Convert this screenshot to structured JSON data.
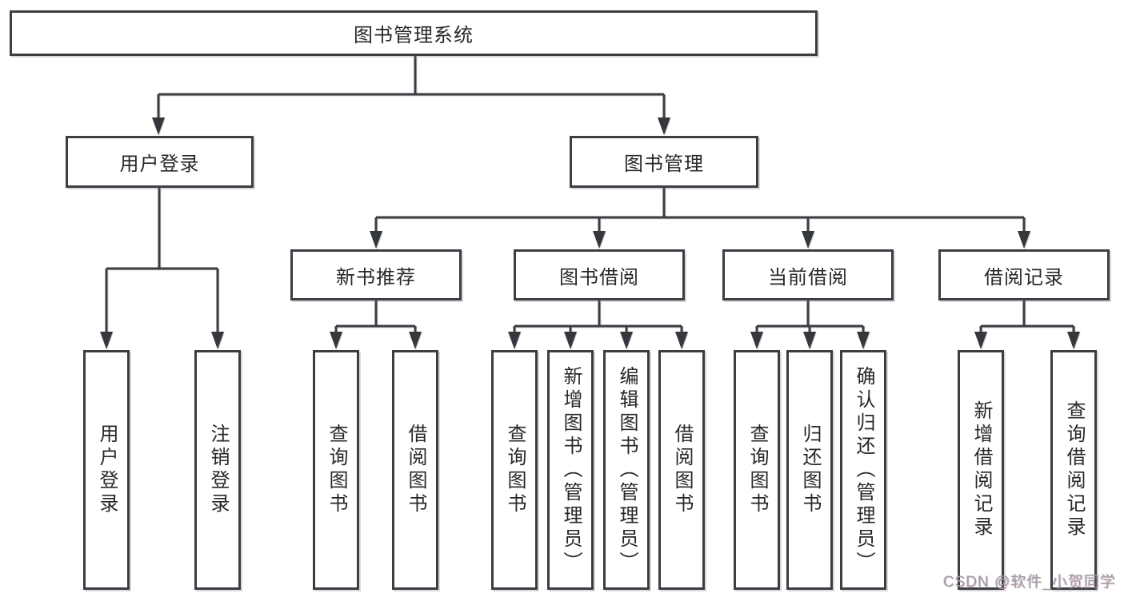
{
  "diagram_type": "hierarchy-tree",
  "tree": {
    "label": "图书管理系统",
    "children": [
      {
        "label": "用户登录",
        "children": [
          {
            "label": "用户登录"
          },
          {
            "label": "注销登录"
          }
        ]
      },
      {
        "label": "图书管理",
        "children": [
          {
            "label": "新书推荐",
            "children": [
              {
                "label": "查询图书"
              },
              {
                "label": "借阅图书"
              }
            ]
          },
          {
            "label": "图书借阅",
            "children": [
              {
                "label": "查询图书"
              },
              {
                "label": "新增图书（管理员）"
              },
              {
                "label": "编辑图书（管理员）"
              },
              {
                "label": "借阅图书"
              }
            ]
          },
          {
            "label": "当前借阅",
            "children": [
              {
                "label": "查询图书"
              },
              {
                "label": "归还图书"
              },
              {
                "label": "确认归还（管理员）"
              }
            ]
          },
          {
            "label": "借阅记录",
            "children": [
              {
                "label": "新增借阅记录"
              },
              {
                "label": "查询借阅记录"
              }
            ]
          }
        ]
      }
    ]
  },
  "watermark": {
    "text": "CSDN @软件_小贺同学"
  },
  "colors": {
    "background": "#ffffff",
    "box_border": "#3b3e43",
    "line": "#3a3d41",
    "text": "#26282c",
    "watermark": "#9d9da3"
  }
}
